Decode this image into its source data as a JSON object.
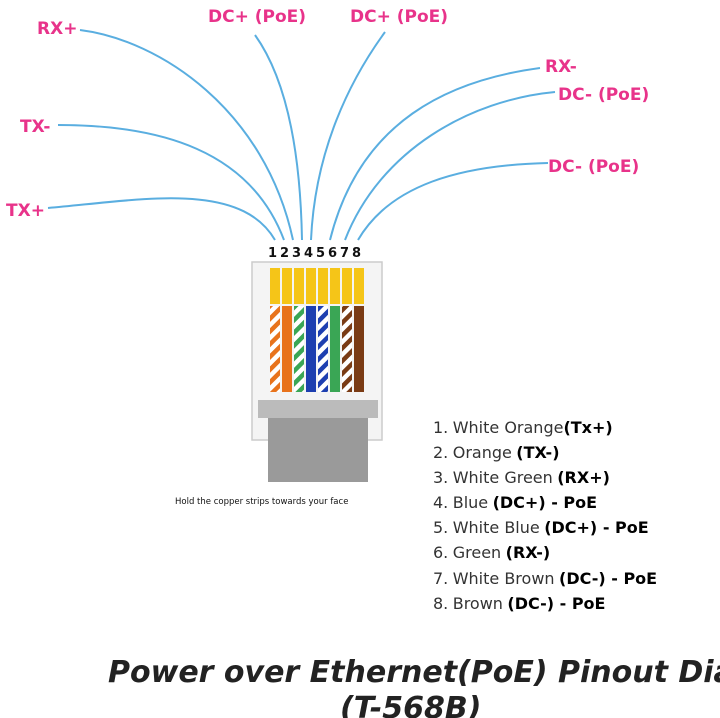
{
  "wire_labels": [
    {
      "pin": 1,
      "text": "TX+"
    },
    {
      "pin": 2,
      "text": "TX-"
    },
    {
      "pin": 3,
      "text": "RX+"
    },
    {
      "pin": 4,
      "text": "DC+ (PoE)"
    },
    {
      "pin": 5,
      "text": "DC+ (PoE)"
    },
    {
      "pin": 6,
      "text": "RX-"
    },
    {
      "pin": 7,
      "text": "DC- (PoE)"
    },
    {
      "pin": 8,
      "text": "DC- (PoE)"
    }
  ],
  "pin_numbers": [
    "1",
    "2",
    "3",
    "4",
    "5",
    "6",
    "7",
    "8"
  ],
  "note": "Hold the copper strips towards your face",
  "legend": [
    {
      "n": "1.",
      "color": "White Orange",
      "func": "(Tx+)"
    },
    {
      "n": "2.",
      "color": "Orange",
      "func": "(TX-)"
    },
    {
      "n": "3.",
      "color": "White Green",
      "func": "(RX+)"
    },
    {
      "n": "4.",
      "color": "Blue",
      "func": "(DC+) - PoE"
    },
    {
      "n": "5.",
      "color": "White Blue",
      "func": "(DC+) - PoE"
    },
    {
      "n": "6.",
      "color": "Green",
      "func": "(RX-)"
    },
    {
      "n": "7.",
      "color": "White Brown",
      "func": "(DC-) - PoE"
    },
    {
      "n": "8.",
      "color": "Brown",
      "func": "(DC-) - PoE"
    }
  ],
  "title_line1": "Power over Ethernet(PoE) Pinout Diagram",
  "title_line2": "(T-568B)",
  "colors": {
    "label": "#e8338a",
    "wire_line": "#5aaee0",
    "orange": "#e8731c",
    "green": "#3aa655",
    "blue": "#1d3fb0",
    "brown": "#7a3b14",
    "contact": "#f5c518"
  }
}
